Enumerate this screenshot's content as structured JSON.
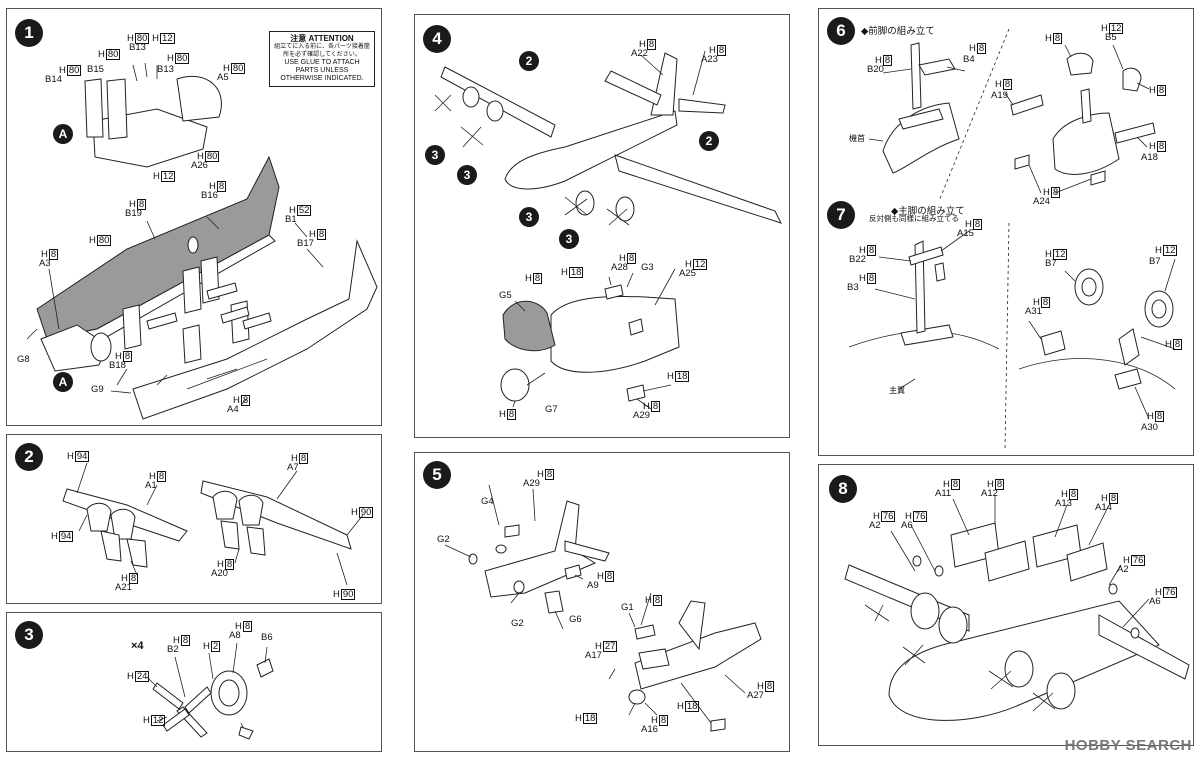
{
  "panels": {
    "p1": {
      "step": "1",
      "attention_title": "注意 ATTENTION",
      "attention_jp": "組立てに入る前に、各パーツ接着箇所を必ず確認してください。",
      "attention_en": "USE GLUE TO ATTACH PARTS UNLESS OTHERWISE INDICATED."
    },
    "p2": {
      "step": "2"
    },
    "p3": {
      "step": "3",
      "multiplier": "×4"
    },
    "p4": {
      "step": "4"
    },
    "p5": {
      "step": "5"
    },
    "p6": {
      "step": "6",
      "title": "◆前脚の組み立て",
      "sub": "機首"
    },
    "p7": {
      "step": "7",
      "title": "◆主脚の組み立て",
      "sub_jp": "反対側も同様に組み立てる",
      "wing": "主翼"
    },
    "p8": {
      "step": "8"
    }
  },
  "labels": {
    "B13a": "B13",
    "B13b": "B13",
    "B15": "B15",
    "B14": "B14",
    "A5": "A5",
    "A26": "A26",
    "B16": "B16",
    "B19": "B19",
    "B1": "B1",
    "B17": "B17",
    "A3": "A3",
    "G8": "G8",
    "B18": "B18",
    "G9": "G9",
    "A4": "A4",
    "A": "A",
    "A1": "A1",
    "A7": "A7",
    "A21": "A21",
    "A20": "A20",
    "B2": "B2",
    "A8": "A8",
    "B6": "B6",
    "A22": "A22",
    "A23": "A23",
    "A28": "A28",
    "G3": "G3",
    "A25": "A25",
    "G5": "G5",
    "G7": "G7",
    "A29_4": "A29",
    "A29": "A29",
    "G4": "G4",
    "G2a": "G2",
    "G2b": "G2",
    "G6": "G6",
    "A9": "A9",
    "G1": "G1",
    "A17": "A17",
    "A16": "A16",
    "A27": "A27",
    "B20": "B20",
    "B4": "B4",
    "B5": "B5",
    "A19": "A19",
    "A18": "A18",
    "A24": "A24",
    "B22": "B22",
    "B3": "B3",
    "A15": "A15",
    "B7a": "B7",
    "B7b": "B7",
    "A31": "A31",
    "A30": "A30",
    "A2a": "A2",
    "A6a": "A6",
    "A11": "A11",
    "A12": "A12",
    "A13": "A13",
    "A14": "A14",
    "A2b": "A2",
    "A6b": "A6"
  },
  "codes": {
    "H": "H",
    "c80": "80",
    "c12": "12",
    "c8": "8",
    "c52": "52",
    "c94": "94",
    "c90": "90",
    "c24": "24",
    "c2": "2",
    "c18": "18",
    "c27": "27",
    "c76": "76"
  },
  "sub_circles": {
    "two": "2",
    "three": "3",
    "A": "A"
  },
  "watermark": "HOBBY SEARCH"
}
